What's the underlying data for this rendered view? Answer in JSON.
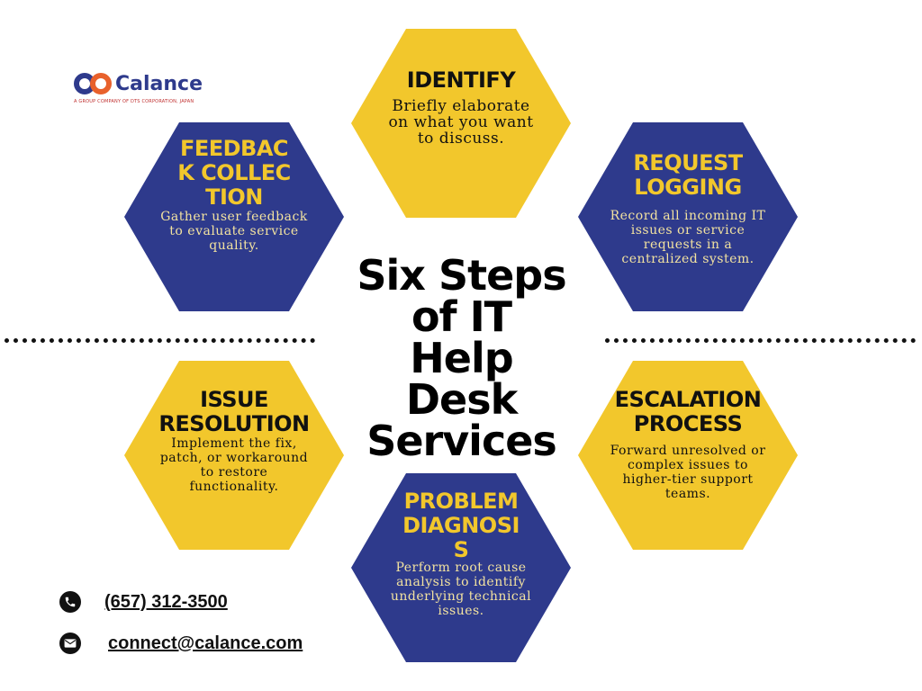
{
  "logo": {
    "name": "Calance",
    "tagline": "A GROUP COMPANY OF DTS CORPORATION, JAPAN"
  },
  "center_title": "Six Steps of IT Help Desk Services",
  "steps": [
    {
      "title": "IDENTIFY",
      "description": "Briefly elaborate on what you want to discuss.",
      "color": "#f2c72c"
    },
    {
      "title": "REQUEST LOGGING",
      "description": "Record all incoming IT issues or service requests in a centralized system.",
      "color": "#2e3a8c"
    },
    {
      "title": "ESCALATION PROCESS",
      "description": "Forward unresolved or complex issues to higher-tier support teams.",
      "color": "#f2c72c"
    },
    {
      "title": "PROBLEM DIAGNOSIS",
      "description": "Perform root cause analysis to identify underlying technical issues.",
      "color": "#2e3a8c"
    },
    {
      "title": "ISSUE RESOLUTION",
      "description": "Implement the fix, patch, or workaround to restore functionality.",
      "color": "#f2c72c"
    },
    {
      "title": "FEEDBACK COLLECTION",
      "description": "Gather user feedback to evaluate service quality.",
      "color": "#2e3a8c"
    }
  ],
  "contact": {
    "phone": "(657) 312-3500",
    "email": "connect@calance.com",
    "phone_icon": "phone-icon",
    "email_icon": "email-icon"
  },
  "colors": {
    "yellow": "#f2c72c",
    "navy": "#2e3a8c",
    "logo_orange": "#e8612c"
  }
}
